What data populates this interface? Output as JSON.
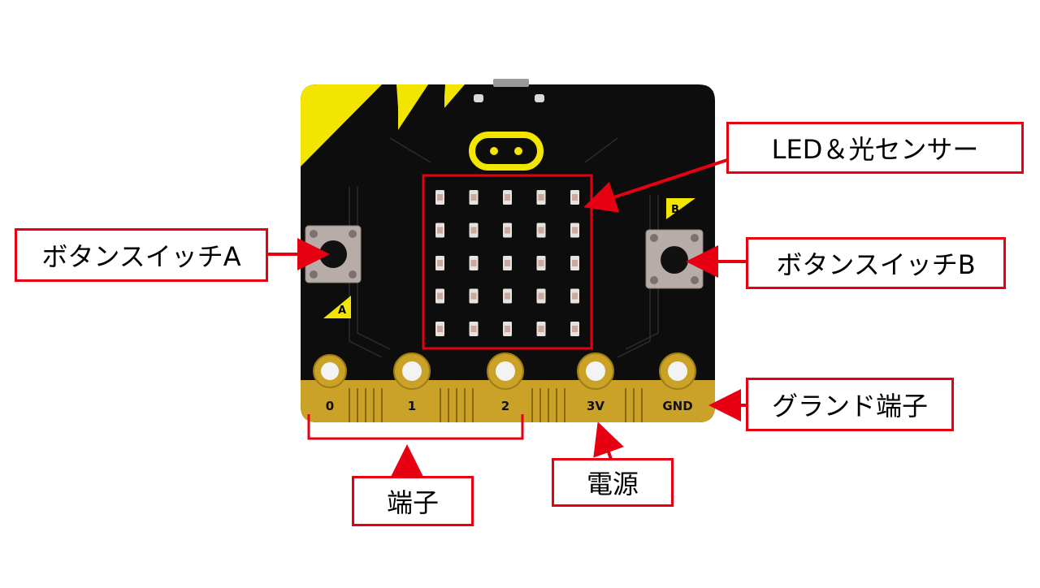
{
  "labels": {
    "led_sensor": "LED＆光センサー",
    "button_a": "ボタンスイッチA",
    "button_b": "ボタンスイッチB",
    "ground": "グランド端子",
    "pins": "端子",
    "power": "電源"
  },
  "board": {
    "button_a_mark": "A",
    "button_b_mark": "B",
    "pin_labels": [
      "0",
      "1",
      "2",
      "3V",
      "GND"
    ],
    "led_rows": 5,
    "led_cols": 5
  },
  "colors": {
    "callout": "#e60012",
    "pcb": "#0d0d0d",
    "stripe": "#f2e600",
    "gold": "#c9a227",
    "button_body": "#b8aca8"
  }
}
